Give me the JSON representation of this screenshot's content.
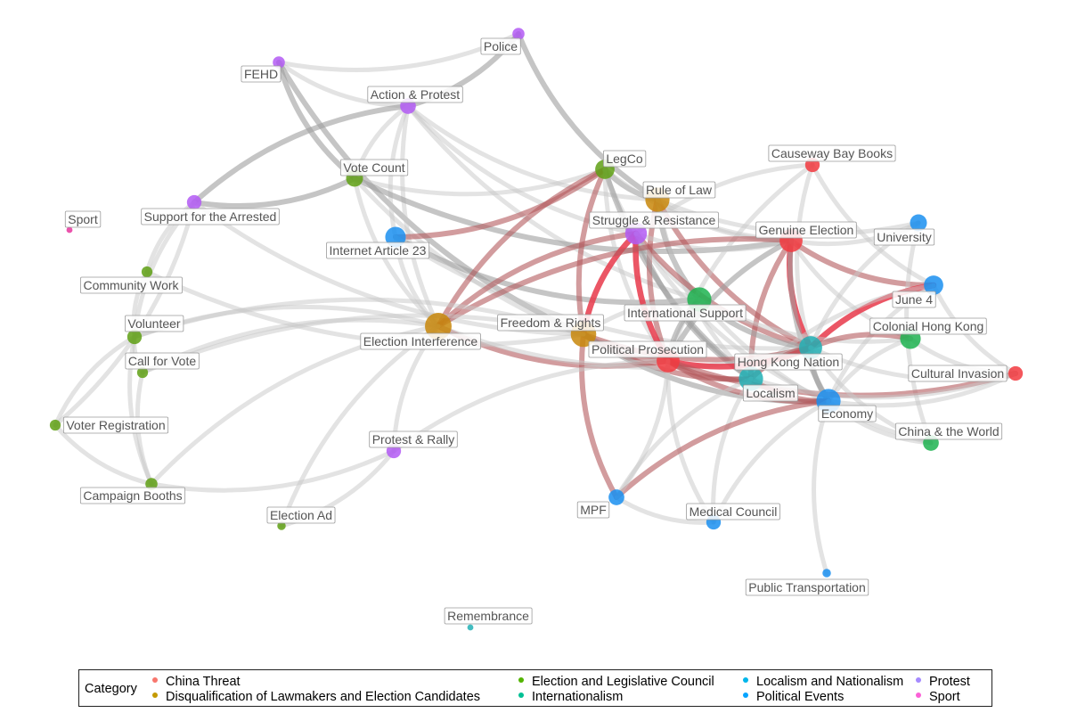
{
  "legend": {
    "title": "Category",
    "items": [
      {
        "label": "China Threat",
        "color": "#F8766D"
      },
      {
        "label": "Disqualification of Lawmakers and Election Candidates",
        "color": "#C49A00"
      },
      {
        "label": "Election and Legislative Council",
        "color": "#53B400"
      },
      {
        "label": "Internationalism",
        "color": "#00C094"
      },
      {
        "label": "Localism and Nationalism",
        "color": "#00B6EB"
      },
      {
        "label": "Political Events",
        "color": "#06A4FF"
      },
      {
        "label": "Protest",
        "color": "#A58AFF"
      },
      {
        "label": "Sport",
        "color": "#FB61D7"
      }
    ]
  },
  "categories": {
    "china": "#F23A3F",
    "disq": "#C8870A",
    "election": "#5FA014",
    "intl": "#1DB350",
    "local": "#22B0B5",
    "political": "#1A8FF0",
    "protest": "#B35AF5",
    "sport": "#E8359E"
  },
  "nodes": [
    {
      "id": "police",
      "label": "Police",
      "category": "protest",
      "size": 10
    },
    {
      "id": "fehd",
      "label": "FEHD",
      "category": "protest",
      "size": 10
    },
    {
      "id": "action",
      "label": "Action & Protest",
      "category": "protest",
      "size": 13
    },
    {
      "id": "legco",
      "label": "LegCo",
      "category": "election",
      "size": 16
    },
    {
      "id": "causeway",
      "label": "Causeway Bay Books",
      "category": "china",
      "size": 12
    },
    {
      "id": "votecount",
      "label": "Vote Count",
      "category": "election",
      "size": 14
    },
    {
      "id": "rulelaw",
      "label": "Rule of Law",
      "category": "disq",
      "size": 20
    },
    {
      "id": "arrested",
      "label": "Support for the Arrested",
      "category": "protest",
      "size": 12
    },
    {
      "id": "sport",
      "label": "Sport",
      "category": "sport",
      "size": 5
    },
    {
      "id": "struggle",
      "label": "Struggle & Resistance",
      "category": "protest",
      "size": 18
    },
    {
      "id": "genuine",
      "label": "Genuine Election",
      "category": "china",
      "size": 19
    },
    {
      "id": "university",
      "label": "University",
      "category": "political",
      "size": 14
    },
    {
      "id": "art23",
      "label": "Internet Article 23",
      "category": "political",
      "size": 17
    },
    {
      "id": "community",
      "label": "Community Work",
      "category": "election",
      "size": 9
    },
    {
      "id": "june4",
      "label": "June 4",
      "category": "political",
      "size": 16
    },
    {
      "id": "intlsupport",
      "label": "International Support",
      "category": "intl",
      "size": 20
    },
    {
      "id": "colonial",
      "label": "Colonial Hong Kong",
      "category": "intl",
      "size": 17
    },
    {
      "id": "volunteer",
      "label": "Volunteer",
      "category": "election",
      "size": 12
    },
    {
      "id": "freedom",
      "label": "Freedom & Rights",
      "category": "disq",
      "size": 21
    },
    {
      "id": "interference",
      "label": "Election Interference",
      "category": "disq",
      "size": 22
    },
    {
      "id": "prosecution",
      "label": "Political Prosecution",
      "category": "china",
      "size": 19
    },
    {
      "id": "hknation",
      "label": "Hong Kong Nation",
      "category": "local",
      "size": 19
    },
    {
      "id": "callvote",
      "label": "Call for Vote",
      "category": "election",
      "size": 9
    },
    {
      "id": "cultural",
      "label": "Cultural Invasion",
      "category": "china",
      "size": 12
    },
    {
      "id": "localism",
      "label": "Localism",
      "category": "local",
      "size": 20
    },
    {
      "id": "economy",
      "label": "Economy",
      "category": "political",
      "size": 20
    },
    {
      "id": "voterreg",
      "label": "Voter Registration",
      "category": "election",
      "size": 9
    },
    {
      "id": "china_world",
      "label": "China & the World",
      "category": "intl",
      "size": 13
    },
    {
      "id": "protestrally",
      "label": "Protest & Rally",
      "category": "protest",
      "size": 12
    },
    {
      "id": "booths",
      "label": "Campaign Booths",
      "category": "election",
      "size": 10
    },
    {
      "id": "mpf",
      "label": "MPF",
      "category": "political",
      "size": 13
    },
    {
      "id": "medical",
      "label": "Medical Council",
      "category": "political",
      "size": 12
    },
    {
      "id": "electionad",
      "label": "Election Ad",
      "category": "election",
      "size": 7
    },
    {
      "id": "transport",
      "label": "Public Transportation",
      "category": "political",
      "size": 7
    },
    {
      "id": "remembrance",
      "label": "Remembrance",
      "category": "local",
      "size": 5
    }
  ],
  "edges": [
    {
      "s": "fehd",
      "t": "police",
      "kind": "weak"
    },
    {
      "s": "action",
      "t": "police",
      "kind": "mid"
    },
    {
      "s": "police",
      "t": "rulelaw",
      "kind": "mid"
    },
    {
      "s": "fehd",
      "t": "action",
      "kind": "weak"
    },
    {
      "s": "fehd",
      "t": "votecount",
      "kind": "mid"
    },
    {
      "s": "fehd",
      "t": "freedom",
      "kind": "mid"
    },
    {
      "s": "action",
      "t": "arrested",
      "kind": "mid"
    },
    {
      "s": "action",
      "t": "votecount",
      "kind": "weak"
    },
    {
      "s": "action",
      "t": "art23",
      "kind": "weak"
    },
    {
      "s": "action",
      "t": "struggle",
      "kind": "weak"
    },
    {
      "s": "action",
      "t": "rulelaw",
      "kind": "weak"
    },
    {
      "s": "action",
      "t": "interference",
      "kind": "weak"
    },
    {
      "s": "action",
      "t": "intlsupport",
      "kind": "weak"
    },
    {
      "s": "arrested",
      "t": "votecount",
      "kind": "mid"
    },
    {
      "s": "arrested",
      "t": "freedom",
      "kind": "weak"
    },
    {
      "s": "arrested",
      "t": "volunteer",
      "kind": "weak"
    },
    {
      "s": "arrested",
      "t": "community",
      "kind": "weak"
    },
    {
      "s": "votecount",
      "t": "legco",
      "kind": "weak"
    },
    {
      "s": "votecount",
      "t": "genuine",
      "kind": "mid"
    },
    {
      "s": "votecount",
      "t": "interference",
      "kind": "weak"
    },
    {
      "s": "votecount",
      "t": "prosecution",
      "kind": "weak"
    },
    {
      "s": "art23",
      "t": "legco",
      "kind": "rose"
    },
    {
      "s": "art23",
      "t": "intlsupport",
      "kind": "mid"
    },
    {
      "s": "art23",
      "t": "hknation",
      "kind": "weak"
    },
    {
      "s": "art23",
      "t": "interference",
      "kind": "weak"
    },
    {
      "s": "legco",
      "t": "interference",
      "kind": "rose"
    },
    {
      "s": "legco",
      "t": "freedom",
      "kind": "rose"
    },
    {
      "s": "legco",
      "t": "rulelaw",
      "kind": "mid"
    },
    {
      "s": "legco",
      "t": "genuine",
      "kind": "weak"
    },
    {
      "s": "legco",
      "t": "intlsupport",
      "kind": "weak"
    },
    {
      "s": "legco",
      "t": "localism",
      "kind": "mid"
    },
    {
      "s": "legco",
      "t": "prosecution",
      "kind": "weak"
    },
    {
      "s": "rulelaw",
      "t": "prosecution",
      "kind": "rose"
    },
    {
      "s": "rulelaw",
      "t": "hknation",
      "kind": "rose"
    },
    {
      "s": "rulelaw",
      "t": "intlsupport",
      "kind": "mid"
    },
    {
      "s": "rulelaw",
      "t": "localism",
      "kind": "weak"
    },
    {
      "s": "rulelaw",
      "t": "university",
      "kind": "weak"
    },
    {
      "s": "rulelaw",
      "t": "genuine",
      "kind": "weak"
    },
    {
      "s": "struggle",
      "t": "prosecution",
      "kind": "strong"
    },
    {
      "s": "struggle",
      "t": "freedom",
      "kind": "strong"
    },
    {
      "s": "struggle",
      "t": "interference",
      "kind": "rose"
    },
    {
      "s": "struggle",
      "t": "hknation",
      "kind": "rose"
    },
    {
      "s": "struggle",
      "t": "localism",
      "kind": "mid"
    },
    {
      "s": "struggle",
      "t": "genuine",
      "kind": "weak"
    },
    {
      "s": "struggle",
      "t": "economy",
      "kind": "weak"
    },
    {
      "s": "causeway",
      "t": "prosecution",
      "kind": "weak"
    },
    {
      "s": "causeway",
      "t": "hknation",
      "kind": "weak"
    },
    {
      "s": "causeway",
      "t": "june4",
      "kind": "weak"
    },
    {
      "s": "causeway",
      "t": "struggle",
      "kind": "weak"
    },
    {
      "s": "genuine",
      "t": "interference",
      "kind": "rose"
    },
    {
      "s": "genuine",
      "t": "hknation",
      "kind": "strong"
    },
    {
      "s": "genuine",
      "t": "localism",
      "kind": "rose"
    },
    {
      "s": "genuine",
      "t": "june4",
      "kind": "rose"
    },
    {
      "s": "genuine",
      "t": "prosecution",
      "kind": "mid"
    },
    {
      "s": "genuine",
      "t": "university",
      "kind": "weak"
    },
    {
      "s": "genuine",
      "t": "colonial",
      "kind": "weak"
    },
    {
      "s": "genuine",
      "t": "economy",
      "kind": "mid"
    },
    {
      "s": "university",
      "t": "hknation",
      "kind": "weak"
    },
    {
      "s": "university",
      "t": "china_world",
      "kind": "weak"
    },
    {
      "s": "june4",
      "t": "hknation",
      "kind": "strong"
    },
    {
      "s": "june4",
      "t": "localism",
      "kind": "weak"
    },
    {
      "s": "june4",
      "t": "cultural",
      "kind": "weak"
    },
    {
      "s": "june4",
      "t": "economy",
      "kind": "weak"
    },
    {
      "s": "intlsupport",
      "t": "hknation",
      "kind": "mid"
    },
    {
      "s": "intlsupport",
      "t": "prosecution",
      "kind": "mid"
    },
    {
      "s": "intlsupport",
      "t": "freedom",
      "kind": "weak"
    },
    {
      "s": "intlsupport",
      "t": "colonial",
      "kind": "weak"
    },
    {
      "s": "intlsupport",
      "t": "china_world",
      "kind": "weak"
    },
    {
      "s": "colonial",
      "t": "hknation",
      "kind": "rose"
    },
    {
      "s": "colonial",
      "t": "cultural",
      "kind": "weak"
    },
    {
      "s": "colonial",
      "t": "economy",
      "kind": "weak"
    },
    {
      "s": "freedom",
      "t": "prosecution",
      "kind": "rose"
    },
    {
      "s": "freedom",
      "t": "hknation",
      "kind": "rose"
    },
    {
      "s": "freedom",
      "t": "localism",
      "kind": "rose"
    },
    {
      "s": "freedom",
      "t": "mpf",
      "kind": "rose"
    },
    {
      "s": "freedom",
      "t": "economy",
      "kind": "mid"
    },
    {
      "s": "freedom",
      "t": "volunteer",
      "kind": "weak"
    },
    {
      "s": "freedom",
      "t": "callvote",
      "kind": "weak"
    },
    {
      "s": "interference",
      "t": "prosecution",
      "kind": "rose"
    },
    {
      "s": "interference",
      "t": "hknation",
      "kind": "weak"
    },
    {
      "s": "interference",
      "t": "volunteer",
      "kind": "weak"
    },
    {
      "s": "interference",
      "t": "callvote",
      "kind": "weak"
    },
    {
      "s": "interference",
      "t": "protestrally",
      "kind": "weak"
    },
    {
      "s": "interference",
      "t": "electionad",
      "kind": "weak"
    },
    {
      "s": "interference",
      "t": "booths",
      "kind": "weak"
    },
    {
      "s": "prosecution",
      "t": "hknation",
      "kind": "strong"
    },
    {
      "s": "prosecution",
      "t": "localism",
      "kind": "rose"
    },
    {
      "s": "prosecution",
      "t": "economy",
      "kind": "rose"
    },
    {
      "s": "prosecution",
      "t": "cultural",
      "kind": "rose"
    },
    {
      "s": "prosecution",
      "t": "protestrally",
      "kind": "weak"
    },
    {
      "s": "prosecution",
      "t": "medical",
      "kind": "weak"
    },
    {
      "s": "hknation",
      "t": "localism",
      "kind": "rose"
    },
    {
      "s": "hknation",
      "t": "economy",
      "kind": "mid"
    },
    {
      "s": "hknation",
      "t": "cultural",
      "kind": "weak"
    },
    {
      "s": "hknation",
      "t": "china_world",
      "kind": "weak"
    },
    {
      "s": "localism",
      "t": "economy",
      "kind": "rose"
    },
    {
      "s": "localism",
      "t": "medical",
      "kind": "weak"
    },
    {
      "s": "localism",
      "t": "mpf",
      "kind": "weak"
    },
    {
      "s": "localism",
      "t": "cultural",
      "kind": "weak"
    },
    {
      "s": "economy",
      "t": "mpf",
      "kind": "rose"
    },
    {
      "s": "economy",
      "t": "china_world",
      "kind": "weak"
    },
    {
      "s": "economy",
      "t": "transport",
      "kind": "weak"
    },
    {
      "s": "economy",
      "t": "cultural",
      "kind": "weak"
    },
    {
      "s": "economy",
      "t": "medical",
      "kind": "weak"
    },
    {
      "s": "mpf",
      "t": "medical",
      "kind": "weak"
    },
    {
      "s": "mpf",
      "t": "prosecution",
      "kind": "weak"
    },
    {
      "s": "volunteer",
      "t": "callvote",
      "kind": "weak"
    },
    {
      "s": "volunteer",
      "t": "voterreg",
      "kind": "weak"
    },
    {
      "s": "volunteer",
      "t": "booths",
      "kind": "weak"
    },
    {
      "s": "community",
      "t": "volunteer",
      "kind": "weak"
    },
    {
      "s": "community",
      "t": "freedom",
      "kind": "weak"
    },
    {
      "s": "callvote",
      "t": "booths",
      "kind": "weak"
    },
    {
      "s": "voterreg",
      "t": "booths",
      "kind": "weak"
    },
    {
      "s": "voterreg",
      "t": "arrested",
      "kind": "weak"
    },
    {
      "s": "booths",
      "t": "protestrally",
      "kind": "weak"
    },
    {
      "s": "electionad",
      "t": "protestrally",
      "kind": "weak"
    }
  ]
}
